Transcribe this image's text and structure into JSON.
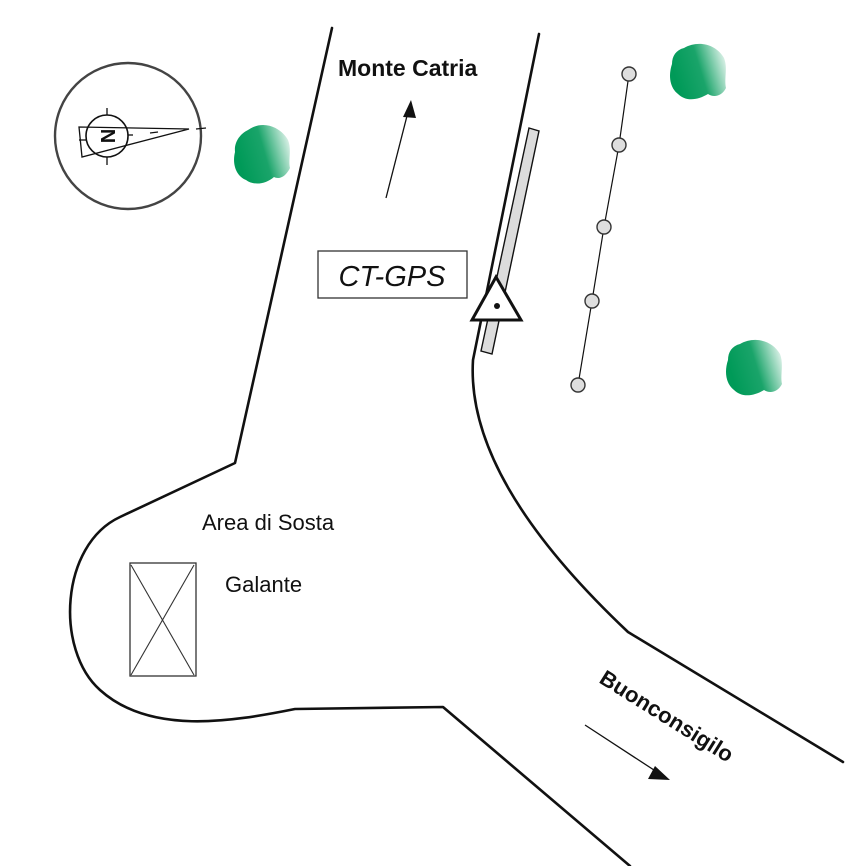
{
  "map": {
    "labels": {
      "north_destination": "Monte Catria",
      "south_destination": "Buonconsigilo",
      "station": "CT-GPS",
      "parking_line1": "Area di Sosta",
      "parking_line2": "Galante"
    },
    "compass": {
      "north_letter": "N",
      "icon": "compass-rose-icon"
    },
    "symbols": {
      "station_marker": "triangle-station-icon",
      "tree": "tree-icon",
      "pole": "pole-icon",
      "parking": "parking-area-icon",
      "guardrail": "guardrail-icon"
    },
    "counts": {
      "trees": 3,
      "poles": 5
    },
    "colors": {
      "tree_green": "#009a58",
      "tree_fade": "#ffffff",
      "pole_fill": "#dedede",
      "guardrail_fill": "#dcdcdc",
      "line": "#111111"
    }
  }
}
